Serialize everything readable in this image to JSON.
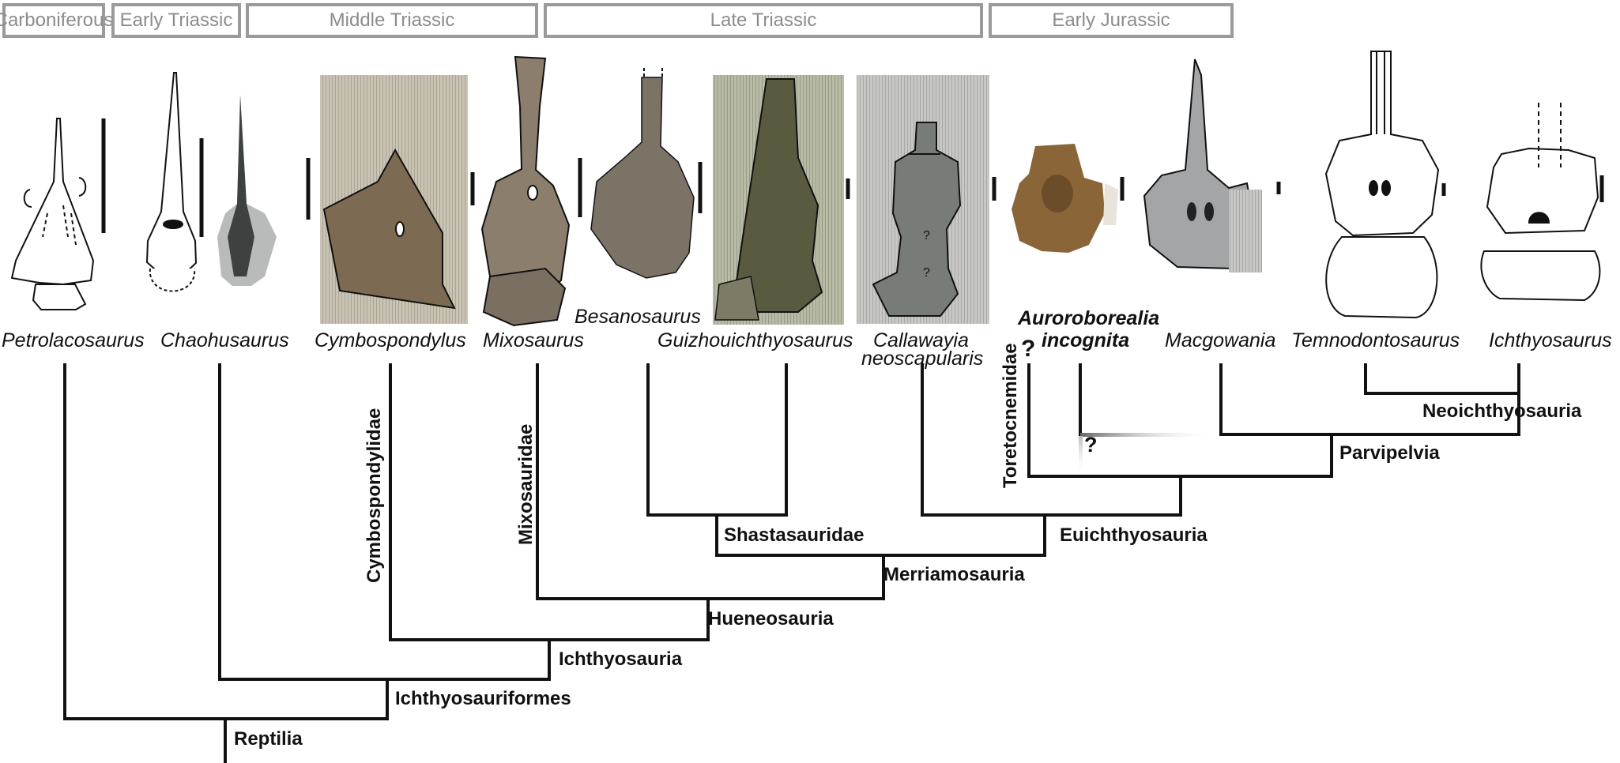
{
  "periods": [
    {
      "label": "Carboniferous"
    },
    {
      "label": "Early Triassic"
    },
    {
      "label": "Middle Triassic"
    },
    {
      "label": "Late Triassic"
    },
    {
      "label": "Early Jurassic"
    }
  ],
  "taxa": {
    "petrolacosaurus": "Petrolacosaurus",
    "chaohusaurus": "Chaohusaurus",
    "cymbospondylus": "Cymbospondylus",
    "mixosaurus": "Mixosaurus",
    "besanosaurus": "Besanosaurus",
    "guizhouichthyosaurus": "Guizhouichthyosaurus",
    "callawayia_line1": "Callawayia",
    "callawayia_line2": "neoscapularis",
    "auroroborealia_line1": "Auroroborealia",
    "auroroborealia_line2": "incognita",
    "macgowania": "Macgowania",
    "temnodontosaurus": "Temnodontosaurus",
    "ichthyosaurus": "Ichthyosaurus"
  },
  "clades": {
    "reptilia": "Reptilia",
    "ichthyosauriformes": "Ichthyosauriformes",
    "ichthyosauria": "Ichthyosauria",
    "hueneosauria": "Hueneosauria",
    "merriamosauria": "Merriamosauria",
    "shastasauridae": "Shastasauridae",
    "euichthyosauria": "Euichthyosauria",
    "parvipelvia": "Parvipelvia",
    "neoichthyosauria": "Neoichthyosauria",
    "cymbospondylidae": "Cymbospondylidae",
    "mixosauridae": "Mixosauridae",
    "toretocnemidae": "Toretocnemidae"
  },
  "uncertainty": {
    "toretocnemidae_q": "?",
    "auroroborealia_q": "?",
    "callawayia_q1": "?",
    "callawayia_q2": "?"
  },
  "colors": {
    "tree": "#111111",
    "period_border": "#9a9a9a",
    "period_text": "#8c8c8c",
    "fossil_brown": "#7d6a52",
    "fossil_grey": "#8c8f8e",
    "auroroborealia_fossil": "#8a6538"
  }
}
